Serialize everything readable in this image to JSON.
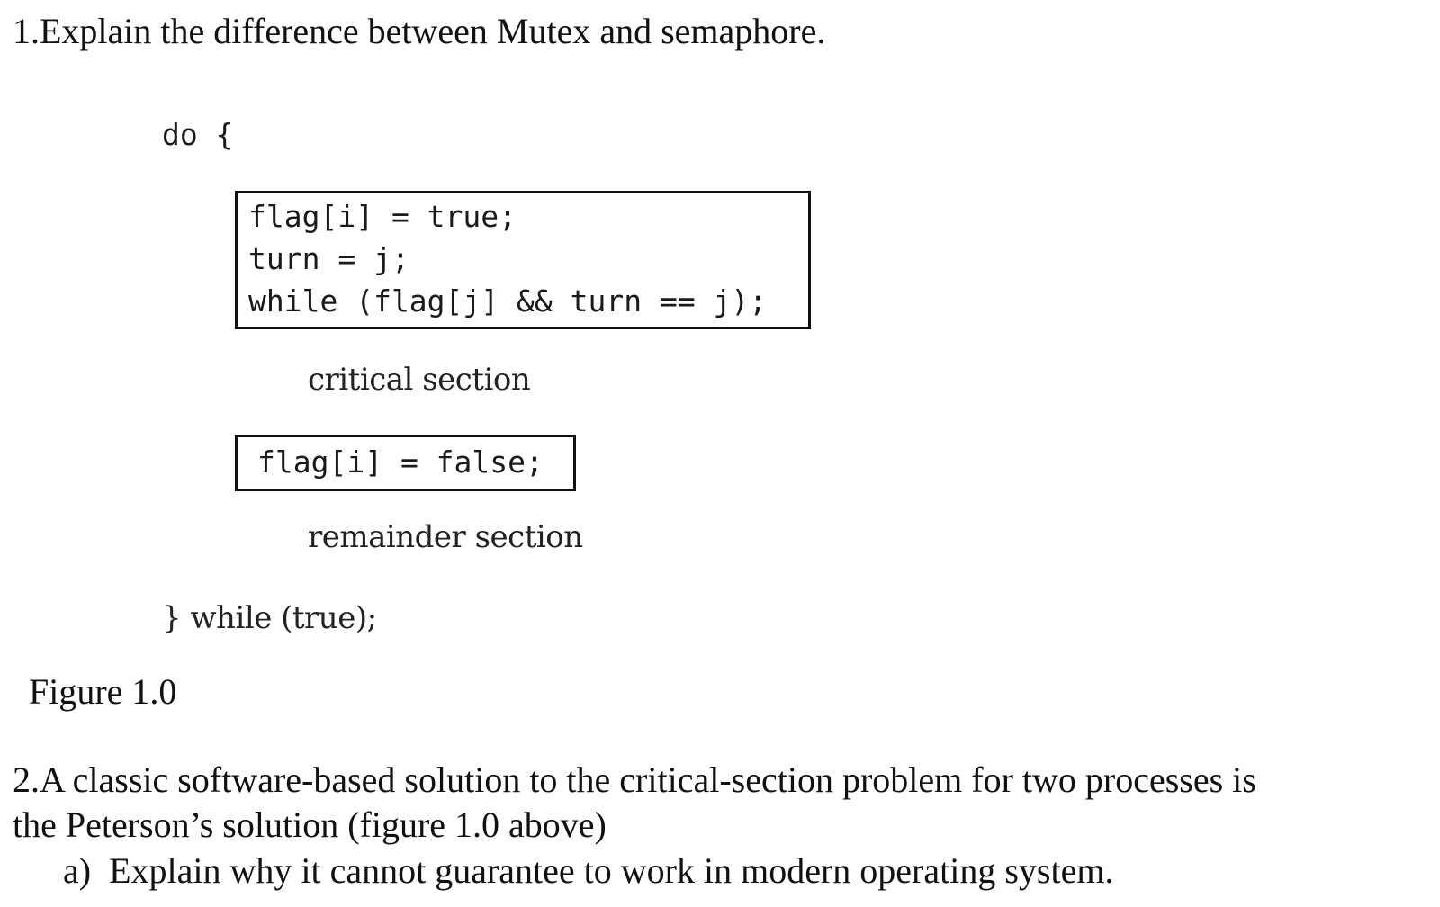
{
  "question1": "1.Explain the difference between Mutex and semaphore.",
  "figure": {
    "do_open": "do {",
    "entry_box": [
      "flag[i] = true;",
      "turn = j;",
      "while (flag[j] && turn == j);"
    ],
    "critical_section": "critical section",
    "exit_box": "flag[i] = false;",
    "remainder_section": "remainder section",
    "do_close": "} while (true);",
    "caption": "Figure 1.0"
  },
  "question2": {
    "line1": "2.A classic software-based solution to the critical-section problem for two processes is",
    "line2": "the Peterson’s solution (figure 1.0 above)",
    "part_a": "a)  Explain why it cannot guarantee to work in modern operating system."
  }
}
